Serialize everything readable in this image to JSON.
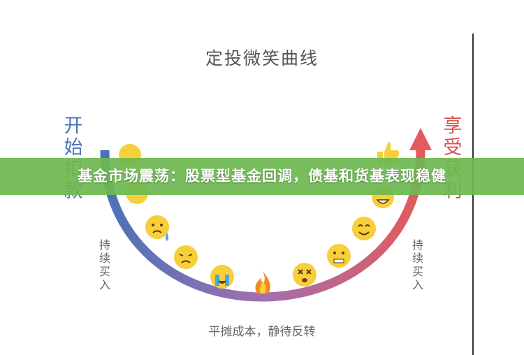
{
  "diagram": {
    "title": "定投微笑曲线",
    "left_label": "开始扣款",
    "right_label": "享受获利",
    "left_side_text": "持续买入",
    "right_side_text": "持续买入",
    "bottom_text": "平摊成本，静待反转",
    "curve_colors": {
      "left": "#4a72b8",
      "middle": "#a070b0",
      "right": "#e35a5a"
    },
    "emoji_color": "#f7cf3b",
    "fire_icon": "flame-icon",
    "thumbs_icon": "thumbs-up-icon"
  },
  "banner": {
    "headline": "基金市场震荡：股票型基金回调，债基和货基表现稳健",
    "color": "#6eb950"
  }
}
